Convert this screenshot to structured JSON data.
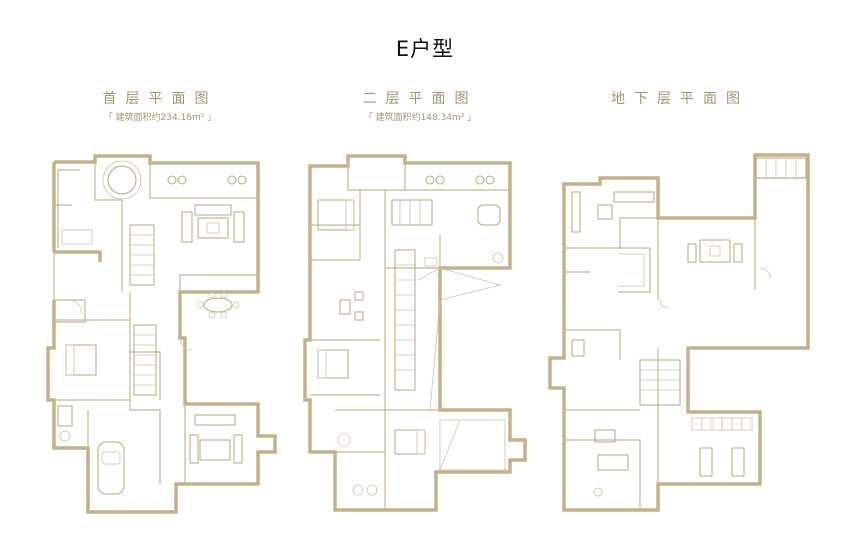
{
  "title": "E户型",
  "plans": [
    {
      "title": "首层平面图",
      "area": "「 建筑面积约234.16m² 」"
    },
    {
      "title": "二层平面图",
      "area": "「 建筑面积约148.34m² 」"
    },
    {
      "title": "地下层平面图",
      "area": ""
    }
  ],
  "colors": {
    "wall": "#c4b08a",
    "text": "#a8946d"
  }
}
